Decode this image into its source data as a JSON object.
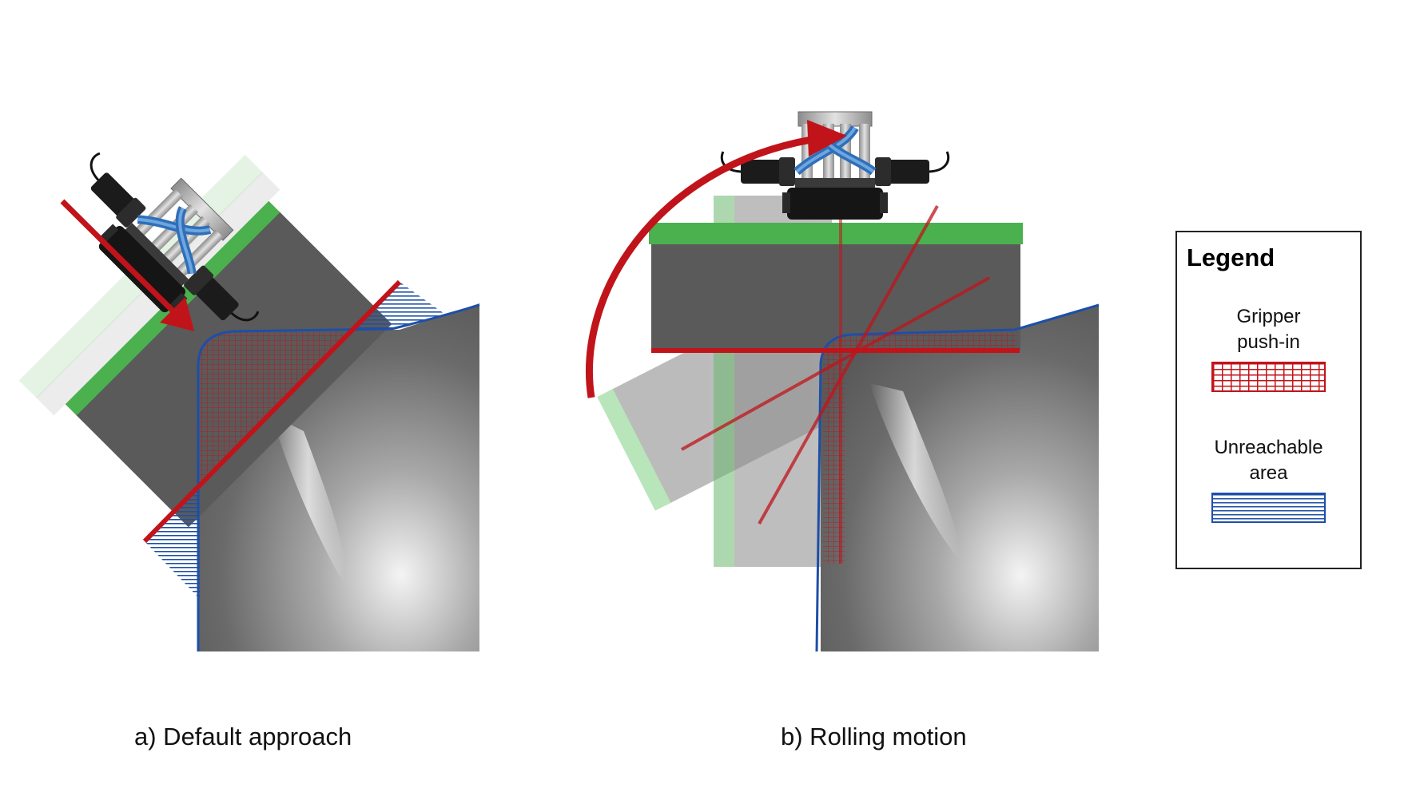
{
  "panels": [
    {
      "id": "a",
      "caption": "a) Default approach"
    },
    {
      "id": "b",
      "caption": "b) Rolling motion"
    }
  ],
  "legend": {
    "title": "Legend",
    "items": [
      {
        "label_line1": "Gripper",
        "label_line2": "push-in",
        "pattern": "red-grid"
      },
      {
        "label_line1": "Unreachable",
        "label_line2": "area",
        "pattern": "blue-horizontal-lines"
      }
    ]
  },
  "colors": {
    "motion_arrow": "#c0141a",
    "push_in_hatch": "#c0141a",
    "unreachable_hatch": "#1d4fa8",
    "gripper_pad": "#4bb14f",
    "pad_block": "#5a5a5a",
    "cavity_outline": "#1d4fa8"
  },
  "icons": [
    "vacuum-gripper-icon",
    "approach-arrow-icon",
    "rolling-arrow-icon"
  ]
}
